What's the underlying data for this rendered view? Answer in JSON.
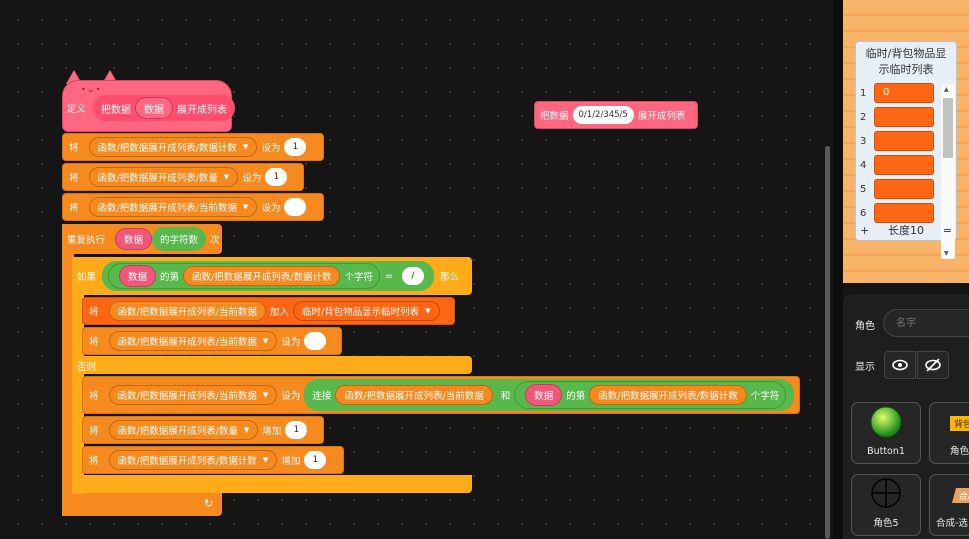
{
  "define_block": {
    "define_label": "定义",
    "proc_name": "把数据",
    "param": "数据",
    "suffix": "展开成列表"
  },
  "set_blocks": [
    {
      "label": "将",
      "var": "函数/把数据展开成列表/数据计数",
      "op": "设为",
      "value": "1"
    },
    {
      "label": "将",
      "var": "函数/把数据展开成列表/数量",
      "op": "设为",
      "value": "1"
    },
    {
      "label": "将",
      "var": "函数/把数据展开成列表/当前数据",
      "op": "设为",
      "value": ""
    }
  ],
  "repeat_block": {
    "label": "重复执行",
    "param": "数据",
    "text": "的字符数",
    "suffix": "次"
  },
  "if_block": {
    "label": "如果",
    "param": "数据",
    "of_label": "的第",
    "var": "函数/把数据展开成列表/数据计数",
    "char_label": "个字符",
    "eq": "=",
    "value": "/",
    "then": "那么",
    "else": "否则"
  },
  "add_block": {
    "label": "将",
    "var": "函数/把数据展开成列表/当前数据",
    "op": "加入",
    "list": "临时/背包物品显示临时列表"
  },
  "set_current_empty": {
    "label": "将",
    "var": "函数/把数据展开成列表/当前数据",
    "op": "设为",
    "value": ""
  },
  "join_block": {
    "label": "将",
    "var": "函数/把数据展开成列表/当前数据",
    "op": "设为",
    "join": "连接",
    "join_var": "函数/把数据展开成列表/当前数据",
    "and": "和",
    "param": "数据",
    "of_label": "的第",
    "idx_var": "函数/把数据展开成列表/数据计数",
    "char_label": "个字符"
  },
  "change_blocks": [
    {
      "label": "将",
      "var": "函数/把数据展开成列表/数量",
      "op": "增加",
      "value": "1"
    },
    {
      "label": "将",
      "var": "函数/把数据展开成列表/数据计数",
      "op": "增加",
      "value": "1"
    }
  ],
  "loop_arrow": "↻",
  "call_block": {
    "name": "把数据",
    "arg": "0/1/2/345/5",
    "suffix": "展开成列表"
  },
  "list_monitor": {
    "title": "临时/背包物品显示临时列表",
    "items": [
      {
        "index": "1",
        "value": "0"
      },
      {
        "index": "2",
        "value": ""
      },
      {
        "index": "3",
        "value": ""
      },
      {
        "index": "4",
        "value": ""
      },
      {
        "index": "5",
        "value": ""
      },
      {
        "index": "6",
        "value": ""
      }
    ],
    "add": "+",
    "length": "长度10",
    "resize": "="
  },
  "sprite_panel": {
    "sprite_label": "角色",
    "name_placeholder": "名字",
    "show_label": "显示",
    "cards": [
      {
        "name": "Button1",
        "icon": "green-circle-icon"
      },
      {
        "name": "角色",
        "icon": "backpack-icon",
        "badge": "背包"
      },
      {
        "name": "角色5",
        "icon": "crosshair-icon"
      },
      {
        "name": "合成-选",
        "icon": "merge-icon",
        "badge": "合成"
      }
    ]
  },
  "colors": {
    "motion_orange": "#f78a1e",
    "list_orange": "#ff6613",
    "control_yellow": "#ffab1a",
    "operator_green": "#58b84c",
    "custom_pink": "#ff6680"
  }
}
